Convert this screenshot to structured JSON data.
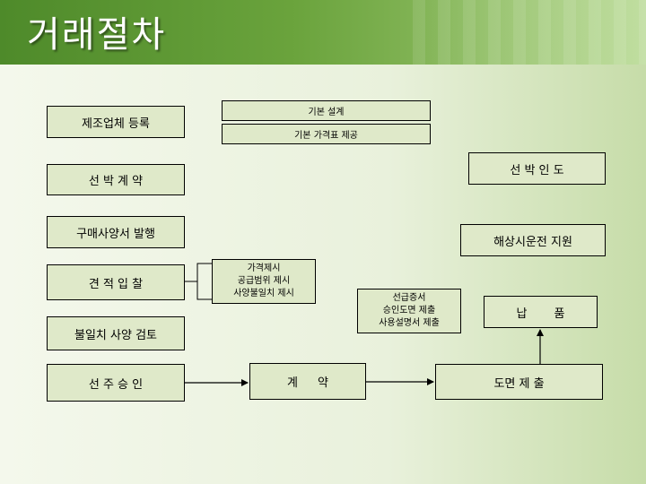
{
  "page": {
    "title": "거래절차"
  },
  "left_column": {
    "manufacturer_registration": "제조업체 등록",
    "ship_contract": "선 박 계 약",
    "purchase_spec_issue": "구매사양서 발행",
    "quotation_bid": "견 적 입 찰",
    "mismatch_spec_review": "불일치 사양 검토",
    "supplier_approval": "선 주 승 인"
  },
  "top_center": {
    "basic_design": "기본 설계",
    "basic_price_list": "기본 가격표 제공"
  },
  "quotation_details": [
    "가격제시",
    "공급범위 제시",
    "사양불일치 제시"
  ],
  "approval_docs": [
    "선급증서",
    "승인도면 제출",
    "사용설명서 제출"
  ],
  "contract_label": "계 약",
  "right_column": {
    "ship_delivery": "선 박 인 도",
    "sea_trial_support": "해상시운전 지원",
    "delivery": "납 품",
    "drawing_submission": "도면 제 출"
  }
}
